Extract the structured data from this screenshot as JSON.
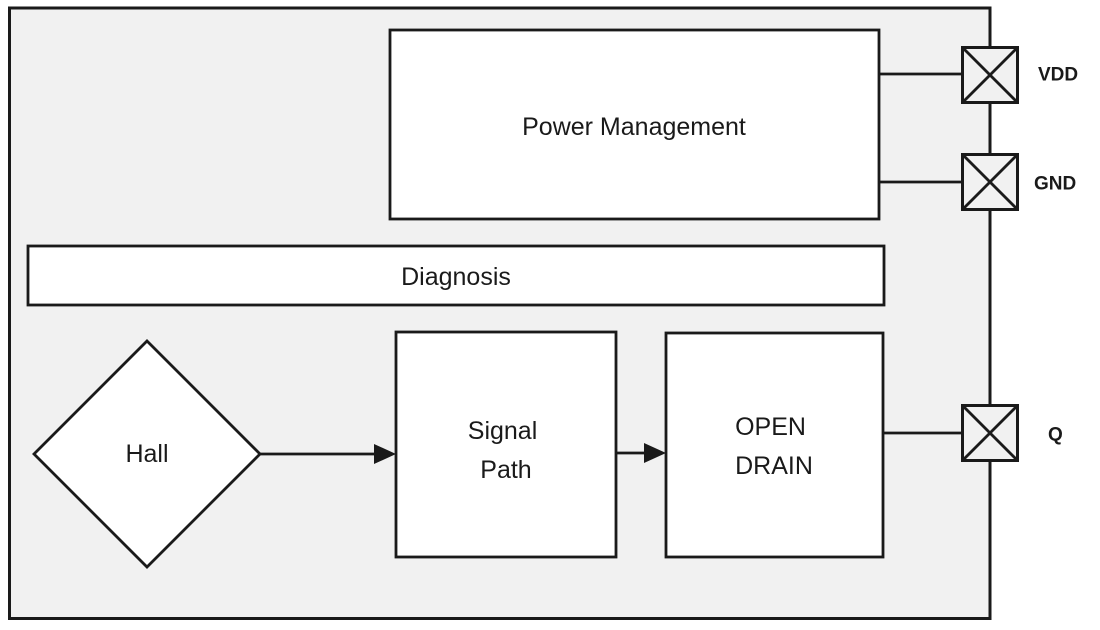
{
  "diagram": {
    "blocks": {
      "power_management": {
        "label": "Power Management"
      },
      "diagnosis": {
        "label": "Diagnosis"
      },
      "hall": {
        "label": "Hall"
      },
      "signal_path": {
        "line1": "Signal",
        "line2": "Path"
      },
      "open_drain": {
        "line1": "OPEN",
        "line2": "DRAIN"
      }
    },
    "pins": {
      "vdd": {
        "label": "VDD"
      },
      "gnd": {
        "label": "GND"
      },
      "q": {
        "label": "Q"
      }
    },
    "colors": {
      "chip_fill": "#f1f1f1",
      "block_fill": "#ffffff",
      "line": "#1a1a1a",
      "text": "#1a1a1a",
      "canvas": "#ffffff"
    }
  }
}
